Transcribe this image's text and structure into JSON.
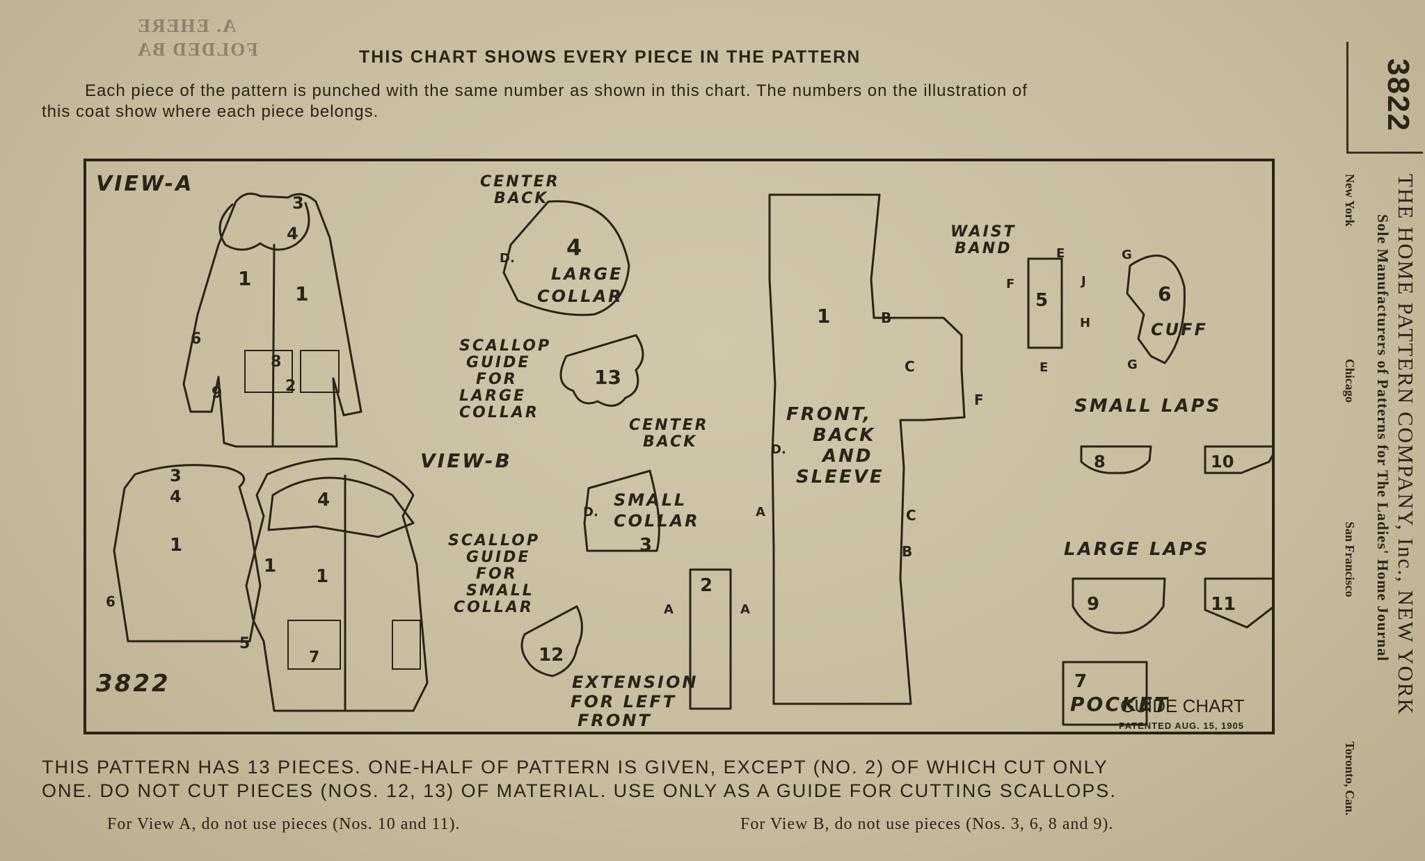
{
  "stamp": {
    "line1": "A. EHERE",
    "line2": "FOLDED BA"
  },
  "header": {
    "title": "THIS CHART SHOWS EVERY PIECE IN THE PATTERN",
    "intro_line1": "Each piece of the pattern is punched with the same number as shown in this chart. The numbers on the illustration of",
    "intro_line2": "this coat show where each piece belongs."
  },
  "side": {
    "pattern_number": "3822",
    "company": "THE HOME PATTERN COMPANY, Inc., NEW YORK",
    "sole_line1": "Sole Manufacturers of Patterns for The Ladies' Home Journal",
    "cities": [
      "New York",
      "Chicago",
      "San Francisco",
      "Toronto, Can."
    ]
  },
  "chart": {
    "view_a": "VIEW-A",
    "view_b": "VIEW-B",
    "pattern_id": "3822",
    "labels": {
      "center_back_1a": "CENTER",
      "center_back_1b": "BACK",
      "large_collar_a": "LARGE",
      "large_collar_b": "COLLAR",
      "scallop_large_a": "SCALLOP",
      "scallop_large_b": "GUIDE",
      "scallop_large_c": "FOR",
      "scallop_large_d": "LARGE",
      "scallop_large_e": "COLLAR",
      "center_back_2a": "CENTER",
      "center_back_2b": "BACK",
      "small_collar_a": "SMALL",
      "small_collar_b": "COLLAR",
      "scallop_small_a": "SCALLOP",
      "scallop_small_b": "GUIDE",
      "scallop_small_c": "FOR",
      "scallop_small_d": "SMALL",
      "scallop_small_e": "COLLAR",
      "extension_a": "EXTENSION",
      "extension_b": "FOR LEFT",
      "extension_c": "FRONT",
      "front_a": "FRONT,",
      "front_b": "BACK",
      "front_c": "AND",
      "front_d": "SLEEVE",
      "waist_a": "WAIST",
      "waist_b": "BAND",
      "cuff": "CUFF",
      "small_laps": "SMALL LAPS",
      "large_laps": "LARGE LAPS",
      "pocket": "POCKET"
    },
    "piece_numbers": [
      "1",
      "2",
      "3",
      "4",
      "5",
      "6",
      "7",
      "8",
      "9",
      "10",
      "11",
      "12",
      "13"
    ],
    "guide_chart": "GUIDE CHART",
    "patented": "PATENTED AUG. 15, 1905"
  },
  "footer": {
    "line1": "THIS PATTERN HAS 13 PIECES. ONE-HALF OF PATTERN IS GIVEN, EXCEPT (NO. 2) OF WHICH CUT ONLY",
    "line2": "ONE. DO NOT CUT PIECES (NOS. 12, 13) OF MATERIAL. USE ONLY AS A GUIDE FOR CUTTING SCALLOPS.",
    "note_view_a": "For View A, do not use pieces (Nos. 10 and 11).",
    "note_view_b": "For View B, do not use pieces (Nos. 3, 6, 8 and 9)."
  }
}
